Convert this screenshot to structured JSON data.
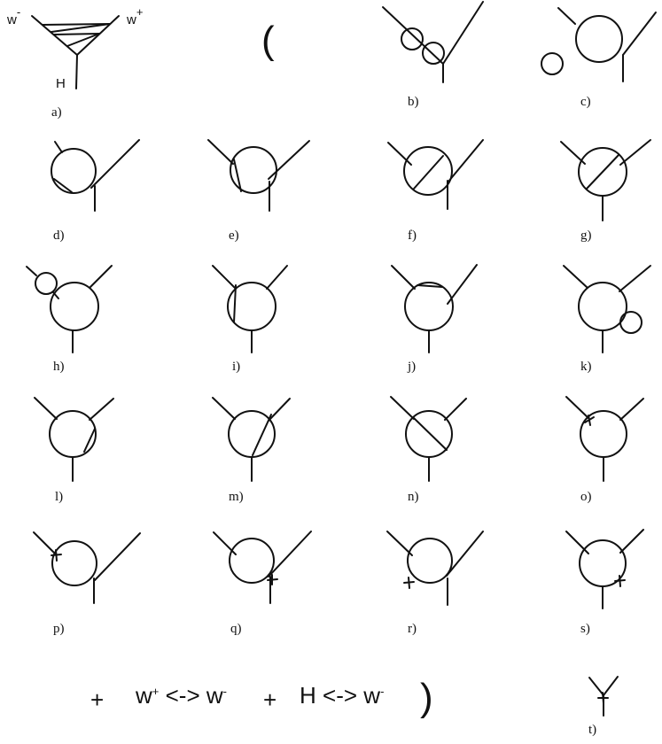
{
  "panel_labels": {
    "a": "a)",
    "b": "b)",
    "c": "c)",
    "d": "d)",
    "e": "e)",
    "f": "f)",
    "g": "g)",
    "h": "h)",
    "i": "i)",
    "j": "j)",
    "k": "k)",
    "l": "l)",
    "m": "m)",
    "n": "n)",
    "o": "o)",
    "p": "p)",
    "q": "q)",
    "r": "r)",
    "s": "s)",
    "t": "t)"
  },
  "leg_labels": {
    "w_minus_base": "w",
    "w_minus_sup": "-",
    "w_plus_base": "w",
    "w_plus_sup": "+",
    "higgs": "H"
  },
  "parens": {
    "open": "(",
    "close": ")"
  },
  "bottom_expression": {
    "plus_1": "+",
    "swap_1_left": "w",
    "swap_1_left_sup": "+",
    "swap_1_arrow": "<->",
    "swap_1_right": "w",
    "swap_1_right_sup": "-",
    "plus_2": "+",
    "swap_2_left": "H",
    "swap_2_arrow": "<->",
    "swap_2_right": "w",
    "swap_2_right_sup": "-"
  }
}
